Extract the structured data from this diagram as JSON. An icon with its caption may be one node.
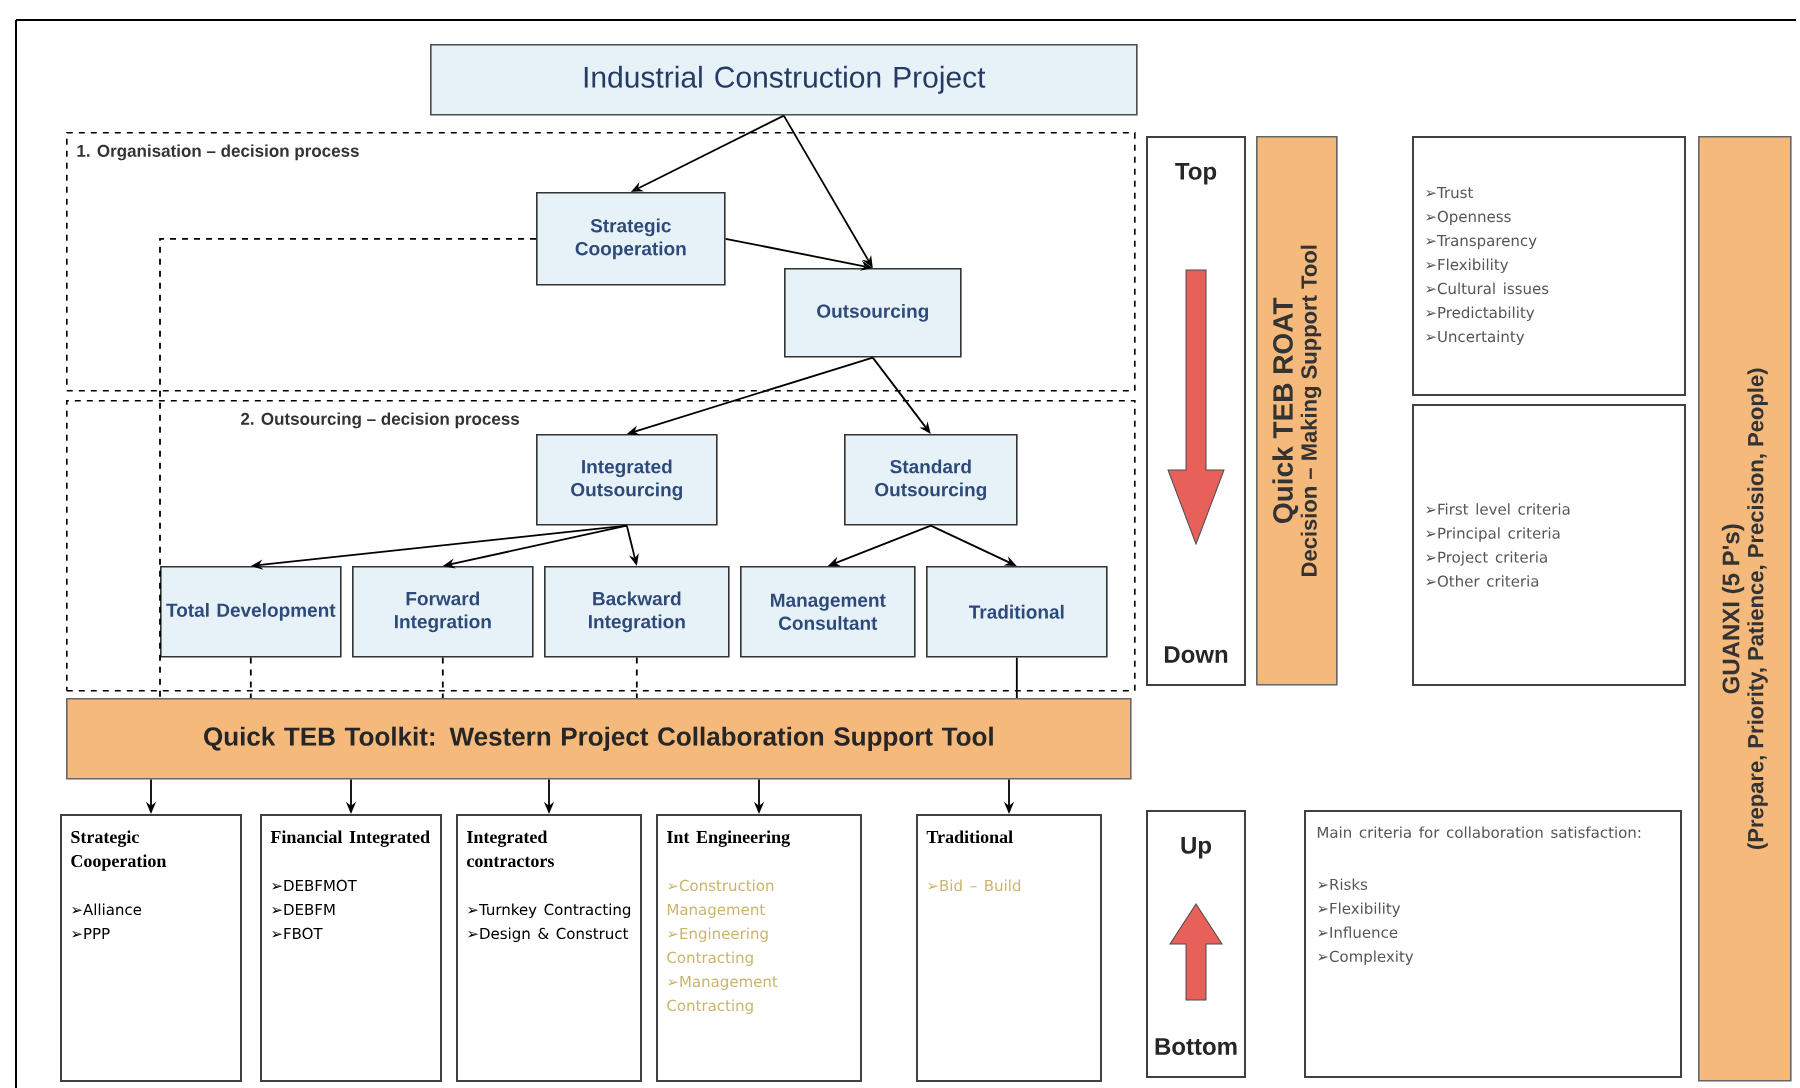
{
  "diagram": {
    "nodes": [
      {
        "text": [
          "Industrial Construction Project"
        ]
      },
      {
        "text": [
          "1. Organisation – decision process"
        ]
      },
      {
        "text": [
          "Strategic Cooperation"
        ],
        "in": 1
      },
      {
        "text": [
          "Outsourcing"
        ],
        "in": 1
      },
      {
        "text": [
          "2. Outsourcing – decision process"
        ]
      },
      {
        "text": [
          "Integrated Outsourcing"
        ],
        "in": 4
      },
      {
        "text": [
          "Standard Outsourcing"
        ],
        "in": 4
      },
      {
        "text": [
          "Total Development"
        ],
        "in": 4
      },
      {
        "text": [
          "Forward Integration"
        ],
        "in": 4
      },
      {
        "text": [
          "Backward Integration"
        ],
        "in": 4
      },
      {
        "text": [
          "Management Consultant"
        ],
        "in": 4
      },
      {
        "text": [
          "Traditional"
        ],
        "in": 4
      },
      {
        "text": [
          "Quick TEB Toolkit: Western Project Collaboration Support Tool"
        ]
      },
      {
        "text": [
          "Strategic Cooperation",
          "➢Alliance",
          "➢PPP"
        ]
      },
      {
        "text": [
          "Financial Integrated",
          "➢DEBFMOT",
          "➢DEBFM",
          "➢FBOT"
        ]
      },
      {
        "text": [
          "Integrated contractors",
          "➢Turnkey Contracting",
          "➢Design & Construct"
        ]
      },
      {
        "text": [
          "Int Engineering",
          "➢Construction Management",
          "➢Engineering Contracting",
          "➢Management Contracting"
        ]
      },
      {
        "text": [
          "Traditional",
          "➢Bid – Build"
        ]
      },
      {
        "text": [
          "Top",
          "Down"
        ]
      },
      {
        "text": [
          "Up",
          "Bottom"
        ]
      },
      {
        "text": [
          "Quick TEB ROAT",
          "Decision – Making Support Tool"
        ]
      },
      {
        "text": [
          "➢Trust",
          "➢Openness",
          "➢Transparency",
          "➢Flexibility",
          "➢Cultural issues",
          "➢Predictability",
          "➢Uncertainty"
        ]
      },
      {
        "text": [
          "➢First level criteria",
          "➢Principal criteria",
          "➢Project criteria",
          "➢Other criteria"
        ]
      },
      {
        "text": [
          "Main criteria for collaboration satisfaction:",
          "➢Risks",
          "➢Flexibility",
          "➢Influence",
          "➢Complexity"
        ]
      },
      {
        "text": [
          "GUANXI (5 P's)",
          "(Prepare, Priority, Patience, Precision, People)"
        ]
      }
    ],
    "edges": [
      {
        "from": 0,
        "to": 2,
        "arrow": "to"
      },
      {
        "from": 0,
        "to": 3,
        "arrow": "to"
      },
      {
        "from": 2,
        "to": 3,
        "arrow": "to"
      },
      {
        "from": 3,
        "to": 5,
        "arrow": "to"
      },
      {
        "from": 3,
        "to": 6,
        "arrow": "to"
      },
      {
        "from": 5,
        "to": 7,
        "arrow": "to"
      },
      {
        "from": 5,
        "to": 8,
        "arrow": "to"
      },
      {
        "from": 5,
        "to": 9,
        "arrow": "to"
      },
      {
        "from": 6,
        "to": 10,
        "arrow": "to"
      },
      {
        "from": 6,
        "to": 11,
        "arrow": "to"
      },
      {
        "from": 2,
        "to": 12,
        "arrow": "none",
        "style": "dashed"
      },
      {
        "from": 7,
        "to": 12,
        "arrow": "none",
        "style": "dashed"
      },
      {
        "from": 8,
        "to": 12,
        "arrow": "none",
        "style": "dashed"
      },
      {
        "from": 9,
        "to": 12,
        "arrow": "none",
        "style": "dashed"
      },
      {
        "from": 11,
        "to": 12,
        "arrow": "none"
      },
      {
        "from": 12,
        "to": 13,
        "arrow": "to"
      },
      {
        "from": 12,
        "to": 14,
        "arrow": "to"
      },
      {
        "from": 12,
        "to": 15,
        "arrow": "to"
      },
      {
        "from": 12,
        "to": 16,
        "arrow": "to"
      },
      {
        "from": 12,
        "to": 17,
        "arrow": "to"
      }
    ]
  }
}
